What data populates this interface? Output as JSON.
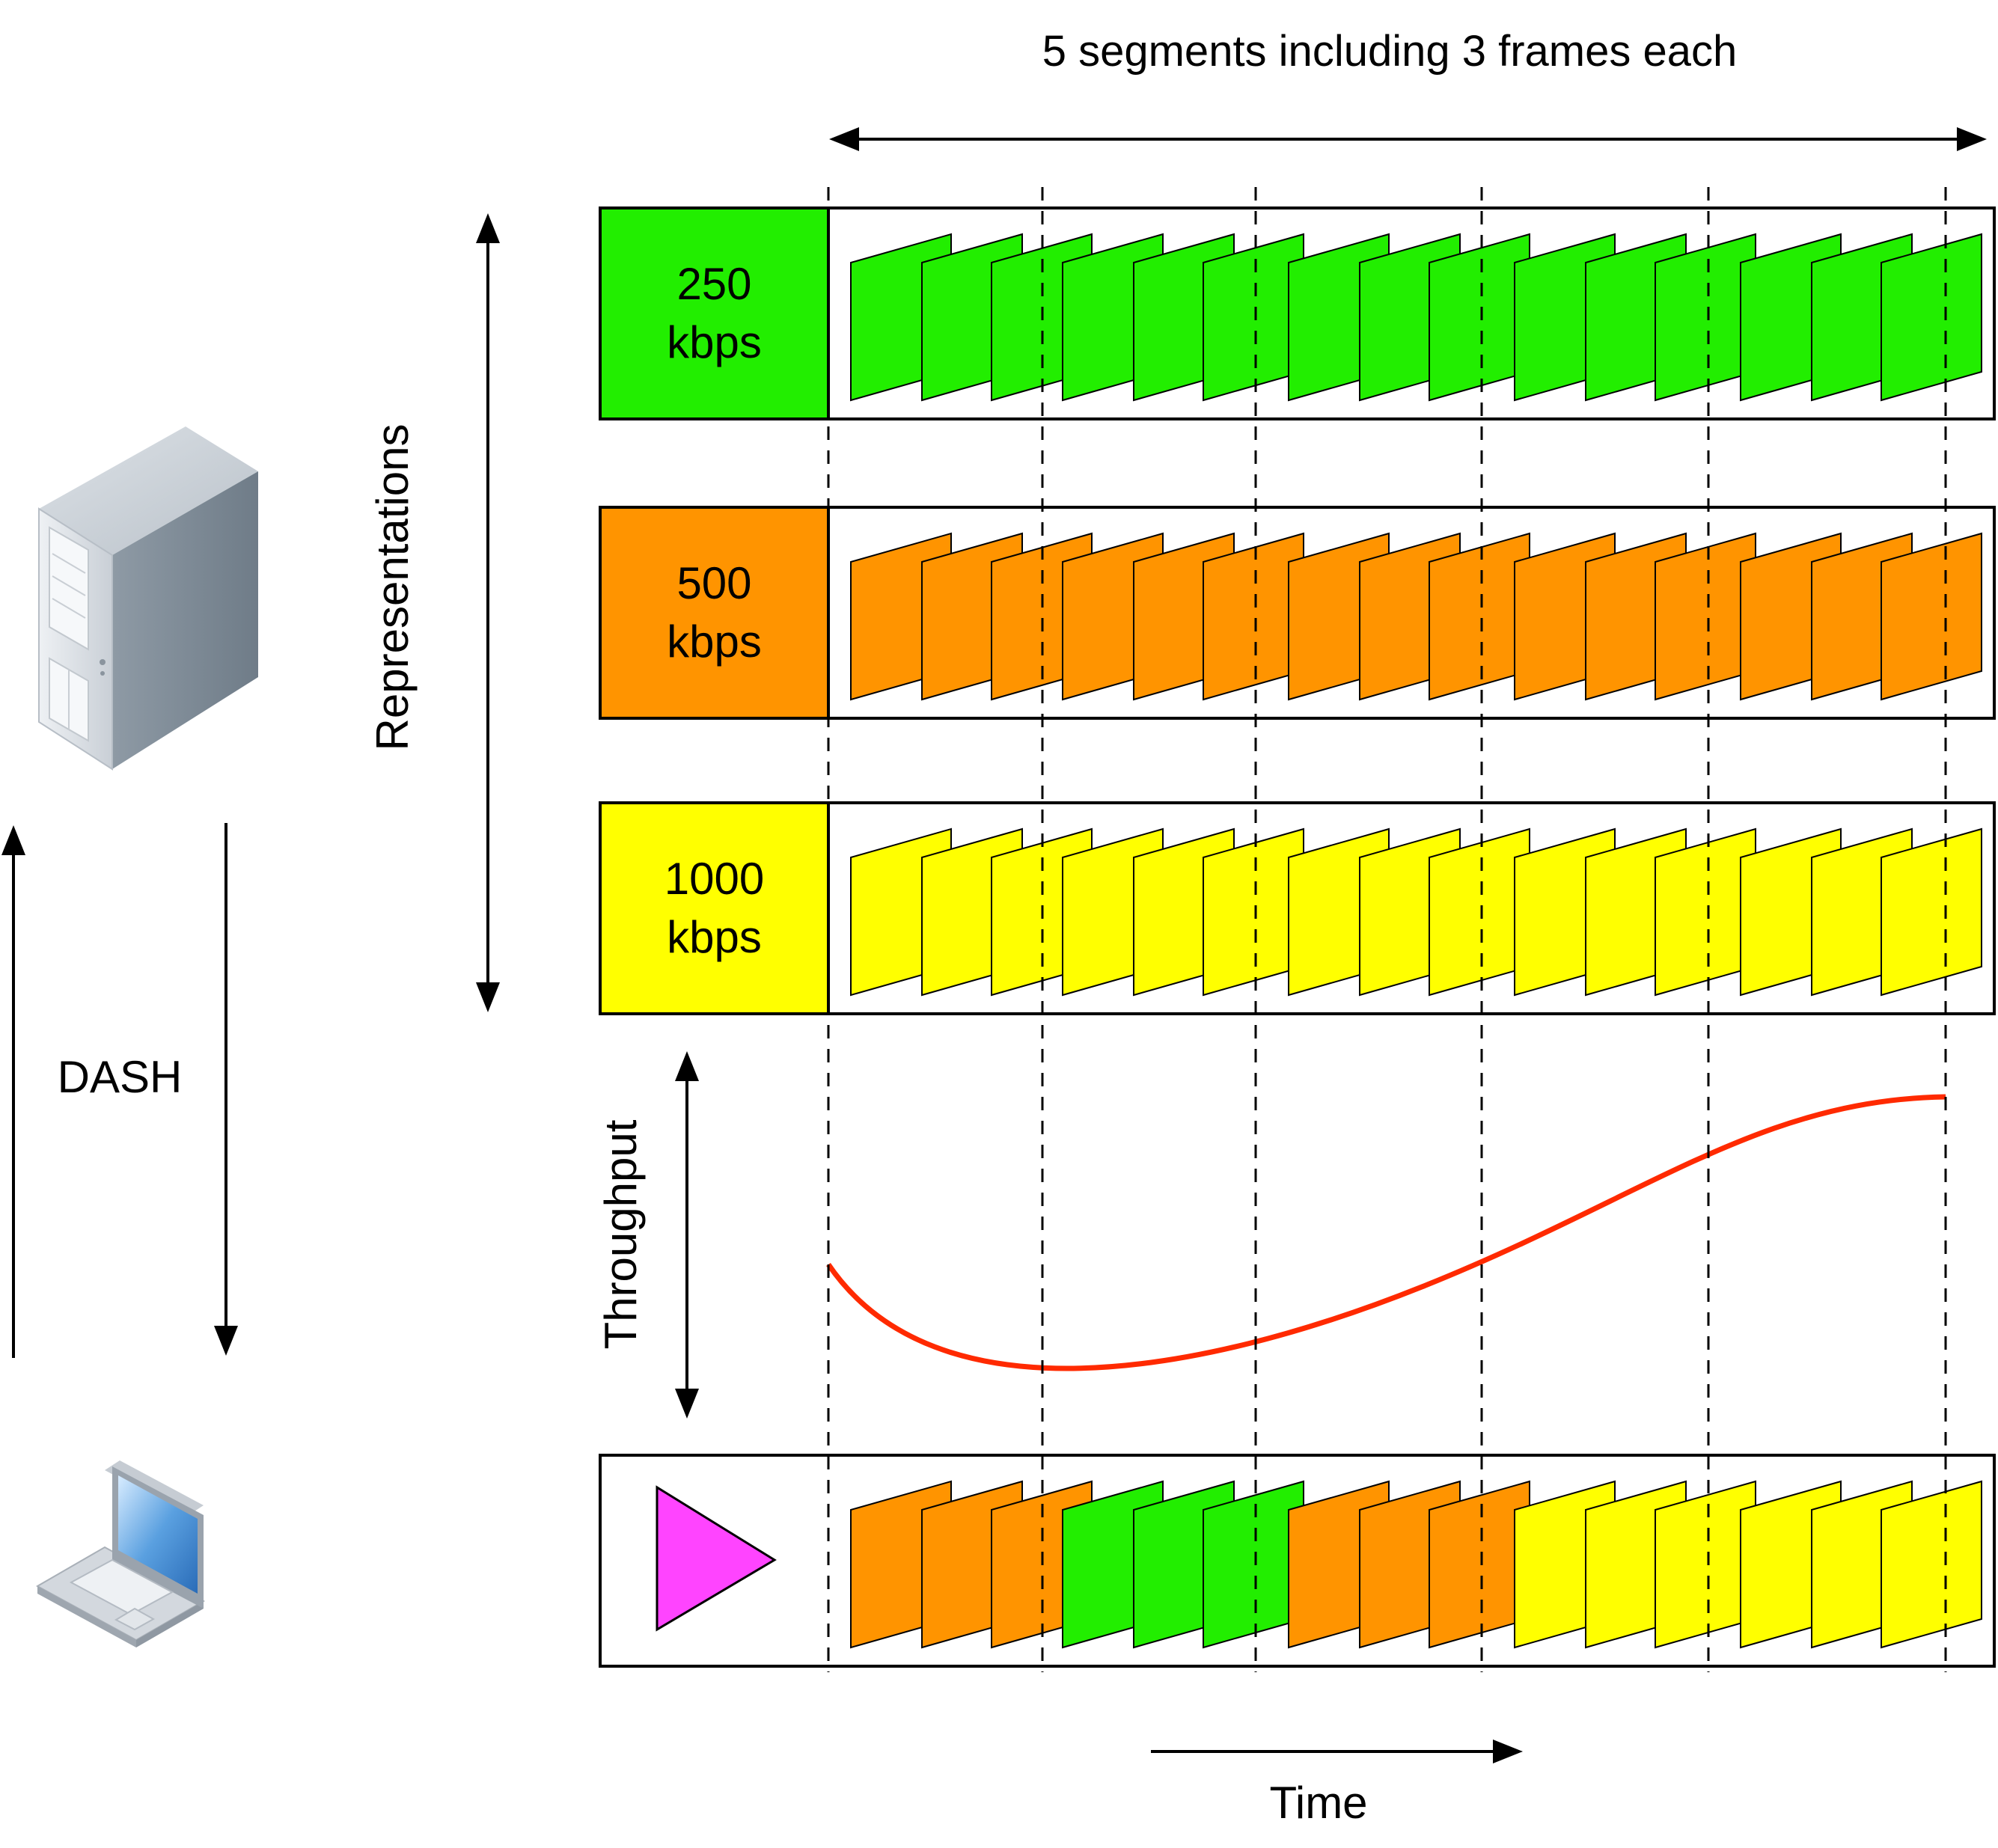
{
  "title": "5 segments including 3 frames each",
  "labels": {
    "representations": "Representations",
    "throughput": "Throughput",
    "dash": "DASH",
    "time": "Time"
  },
  "icons": {
    "server": "server-icon",
    "laptop": "laptop-icon",
    "play": "play-icon"
  },
  "representations": [
    {
      "rate": "250",
      "unit": "kbps",
      "color": "#22ee00"
    },
    {
      "rate": "500",
      "unit": "kbps",
      "color": "#ff9400"
    },
    {
      "rate": "1000",
      "unit": "kbps",
      "color": "#ffff00"
    }
  ],
  "playback": {
    "segment_representation": [
      1,
      0,
      1,
      2,
      2
    ],
    "play_color": "#ff44ff"
  },
  "segments": 5,
  "frames_per_segment": 3,
  "throughput_color": "#ff2a00"
}
